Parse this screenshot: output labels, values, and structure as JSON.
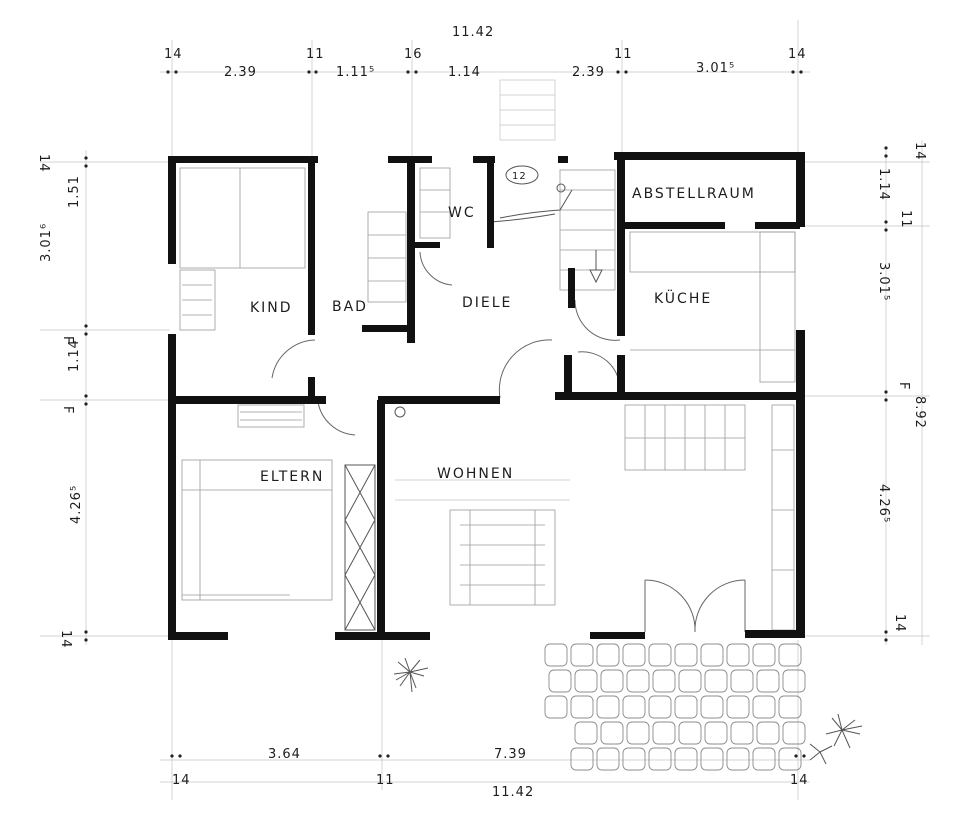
{
  "rooms": {
    "kind": "KIND",
    "bad": "BAD",
    "wc": "WC",
    "diele": "DIELE",
    "abstellraum": "ABSTELLRAUM",
    "kueche": "KÜCHE",
    "eltern": "ELTERN",
    "wohnen": "WOHNEN"
  },
  "dimensions": {
    "top_total": "11.42",
    "top_segments": [
      "2.39",
      "1.11⁵",
      "1.14",
      "2.39",
      "3.01⁵"
    ],
    "top_walls": [
      "14",
      "11",
      "16",
      "11",
      "14"
    ],
    "bottom_total": "11.42",
    "bottom_segments": [
      "3.64",
      "7.39"
    ],
    "bottom_walls": [
      "14",
      "11",
      "14"
    ],
    "left_segments": [
      "1.51",
      "3.01⁶",
      "1.14",
      "4.26⁵"
    ],
    "left_walls": [
      "14",
      "F",
      "F",
      "14"
    ],
    "right_segments": [
      "1.14",
      "3.01⁵",
      "4.26⁵"
    ],
    "right_walls": [
      "14",
      "11",
      "F",
      "14"
    ],
    "right_total": "8.92",
    "stair_note": "12"
  }
}
